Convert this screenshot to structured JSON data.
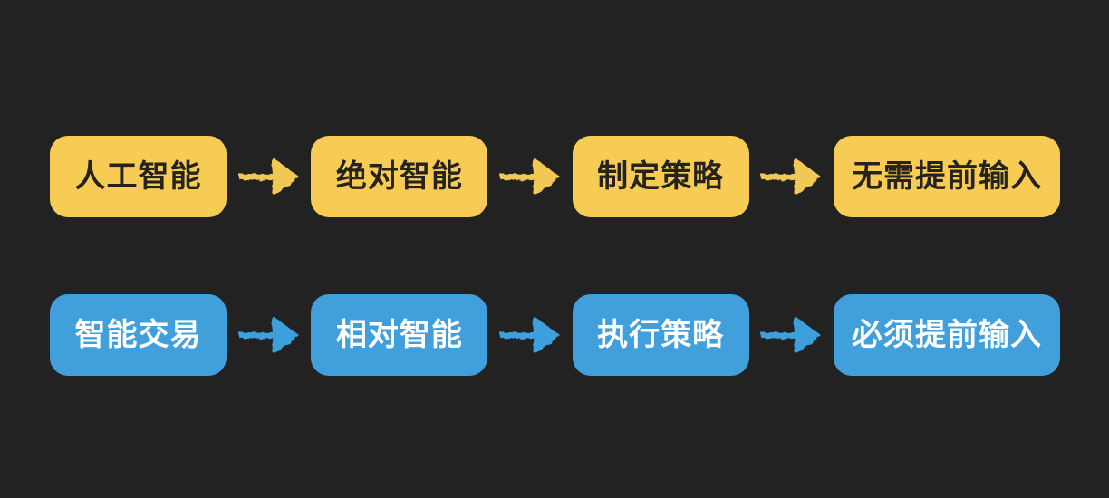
{
  "colors": {
    "background": "#222222",
    "box_yellow": "#F7CC55",
    "box_blue": "#41A0DC",
    "text_on_yellow": "#26231E",
    "text_on_blue": "#FFFFFF",
    "arrow_yellow": "#F0C852",
    "arrow_blue": "#3E9FDC"
  },
  "diagram": {
    "rows": [
      {
        "theme": "yellow",
        "boxes": [
          {
            "label": "人工智能"
          },
          {
            "label": "绝对智能"
          },
          {
            "label": "制定策略"
          },
          {
            "label": "无需提前输入"
          }
        ]
      },
      {
        "theme": "blue",
        "boxes": [
          {
            "label": "智能交易"
          },
          {
            "label": "相对智能"
          },
          {
            "label": "执行策略"
          },
          {
            "label": "必须提前输入"
          }
        ]
      }
    ]
  }
}
